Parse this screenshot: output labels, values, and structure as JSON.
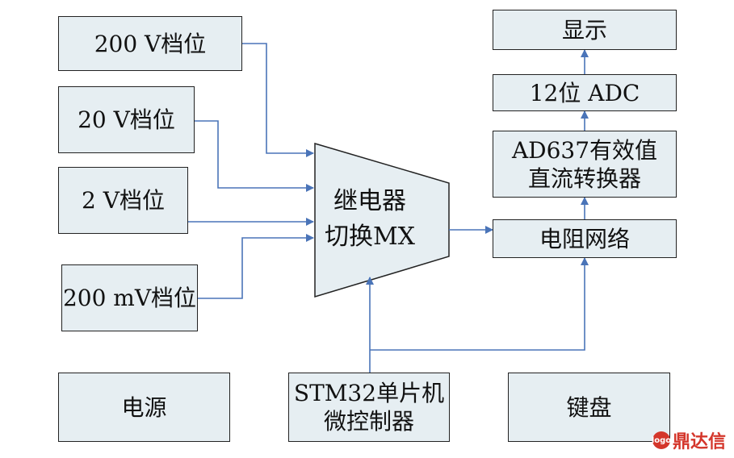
{
  "blocks": {
    "range_200v": "200 V档位",
    "range_20v": "20 V档位",
    "range_2v": "2 V档位",
    "range_200mv": "200 mV档位",
    "power": "电源",
    "mcu_line1": "STM32单片机",
    "mcu_line2": "微控制器",
    "keyboard": "键盘",
    "display": "显示",
    "adc": "12位 ADC",
    "ad637_line1": "AD637有效值",
    "ad637_line2": "直流转换器",
    "resistor_network": "电阻网络",
    "mux_line1": "继电器",
    "mux_line2": "切换MX"
  },
  "watermark": {
    "text": "鼎达信",
    "seal": "logo"
  },
  "colors": {
    "box_fill": "#e6eef2",
    "wire": "#4a74b8",
    "border": "#222222",
    "watermark": "#d4362b"
  }
}
